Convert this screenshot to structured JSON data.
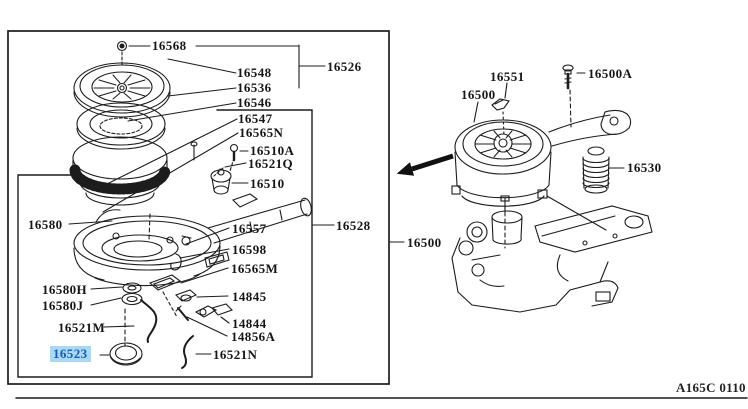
{
  "diagram": {
    "figure_code": "A165C 0110",
    "highlighted_part": "16523",
    "highlight_bg_color": "#a9d8f2",
    "highlight_text_color": "#1a56c4",
    "line_color": "#1c1c1c",
    "parts": {
      "p16568": "16568",
      "p16548": "16548",
      "p16536": "16536",
      "p16546": "16546",
      "p16547": "16547",
      "p16565N": "16565N",
      "p16510A": "16510A",
      "p16521Q": "16521Q",
      "p16510": "16510",
      "p16526": "16526",
      "p16528": "16528",
      "p16580": "16580",
      "p16557": "16557",
      "p16598": "16598",
      "p16565M": "16565M",
      "p16580H": "16580H",
      "p16580J": "16580J",
      "p14845": "14845",
      "p14844": "14844",
      "p14856A": "14856A",
      "p16521M": "16521M",
      "p16523": "16523",
      "p16521N": "16521N",
      "p16500": "16500",
      "p16551": "16551",
      "p16500A": "16500A",
      "p16530": "16530"
    }
  }
}
